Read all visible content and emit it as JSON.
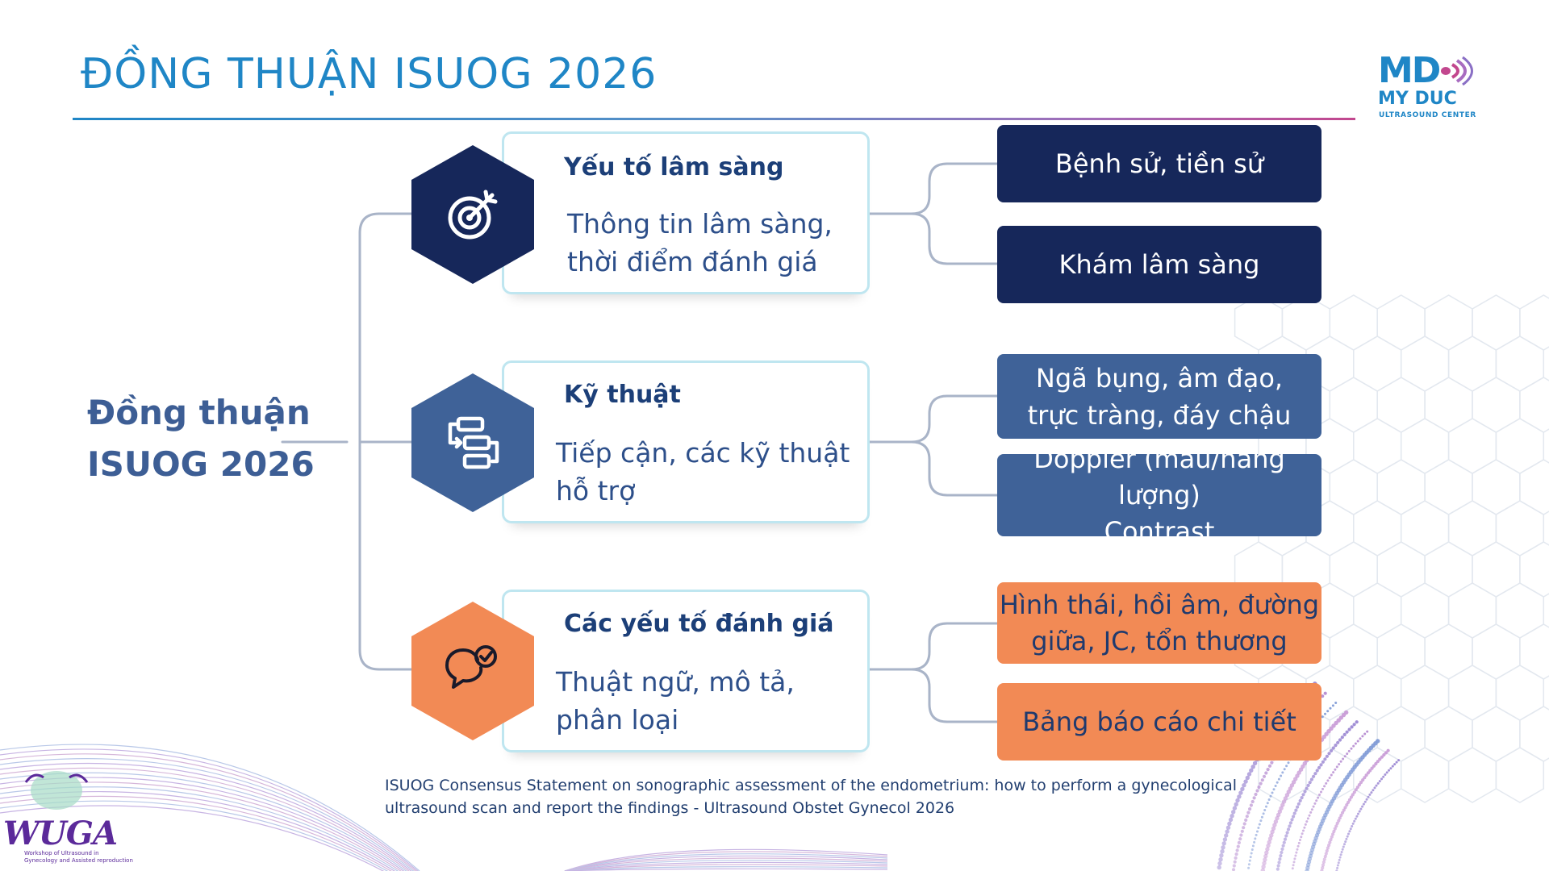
{
  "title": "ĐỒNG THUẬN ISUOG 2026",
  "logo": {
    "mark": "MD",
    "name": "MY DUC",
    "subtitle": "ULTRASOUND CENTER"
  },
  "root": {
    "line1": "Đồng thuận",
    "line2": "ISUOG 2026"
  },
  "branches": [
    {
      "icon": "target-icon",
      "color": "#16275a",
      "title": "Yếu tố lâm sàng",
      "body_line1": "Thông tin lâm sàng,",
      "body_line2": "thời điểm đánh giá",
      "leaves": [
        {
          "lines": [
            "Bệnh sử, tiền sử"
          ]
        },
        {
          "lines": [
            "Khám lâm sàng"
          ]
        }
      ]
    },
    {
      "icon": "flowchart-icon",
      "color": "#3f6298",
      "title": "Kỹ thuật",
      "body_line1": "Tiếp cận, các kỹ thuật",
      "body_line2": "hỗ trợ",
      "leaves": [
        {
          "lines": [
            "Ngã bụng, âm đạo,",
            "trực tràng, đáy chậu"
          ]
        },
        {
          "lines": [
            "Doppler (màu/năng",
            "lượng)",
            "Contrast"
          ]
        }
      ]
    },
    {
      "icon": "chat-check-icon",
      "color": "#f28a55",
      "title": "Các yếu tố đánh giá",
      "body_line1": "Thuật ngữ, mô tả,",
      "body_line2": "phân loại",
      "leaves": [
        {
          "lines": [
            "Hình thái, hồi âm, đường",
            "giữa, JC, tổn thương"
          ]
        },
        {
          "lines": [
            "Bảng báo cáo chi tiết"
          ]
        }
      ]
    }
  ],
  "citation": {
    "line1": "ISUOG Consensus Statement on sonographic assessment of the endometrium: how to perform a gynecological",
    "line2": "ultrasound scan and report the findings - Ultrasound Obstet Gynecol 2026"
  },
  "wuga": {
    "name": "WUGA",
    "subtitle_line1": "Workshop of Ultrasound in",
    "subtitle_line2": "Gynecology and Assisted reproduction"
  }
}
